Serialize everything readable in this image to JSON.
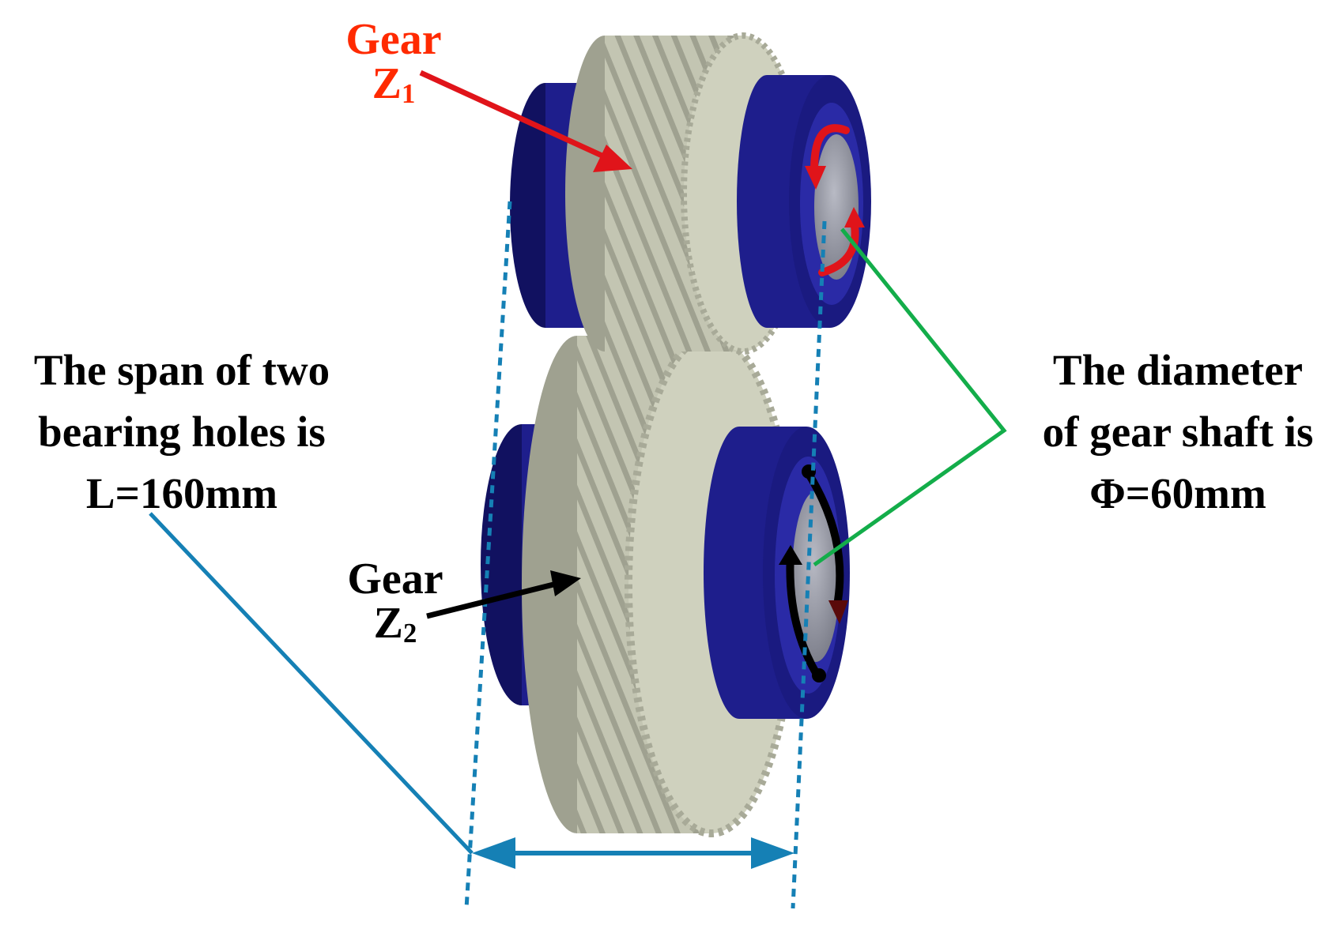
{
  "labels": {
    "gear_z1": {
      "word": "Gear",
      "symbol": "Z",
      "sub": "1"
    },
    "gear_z2": {
      "word": "Gear",
      "symbol": "Z",
      "sub": "2"
    },
    "span": {
      "line1": "The span of two",
      "line2": "bearing holes is",
      "line3": "L=160mm"
    },
    "diameter": {
      "line1": "The diameter",
      "line2": "of gear shaft is",
      "line3": "Φ=60mm"
    }
  },
  "colors": {
    "gear_body": "#c9cbb8",
    "gear_teeth": "#a6a898",
    "bearing": "#1e1e8c",
    "bearing_dark": "#111160",
    "shaft": "#9a9ca8",
    "z1_label": "#ff2a00",
    "z1_arrow": "#e0141a",
    "z2_label": "#000000",
    "dim_line": "#1580b5",
    "leader_green": "#13ad4a",
    "rotation_red": "#e0141a",
    "rotation_black": "#000000"
  }
}
